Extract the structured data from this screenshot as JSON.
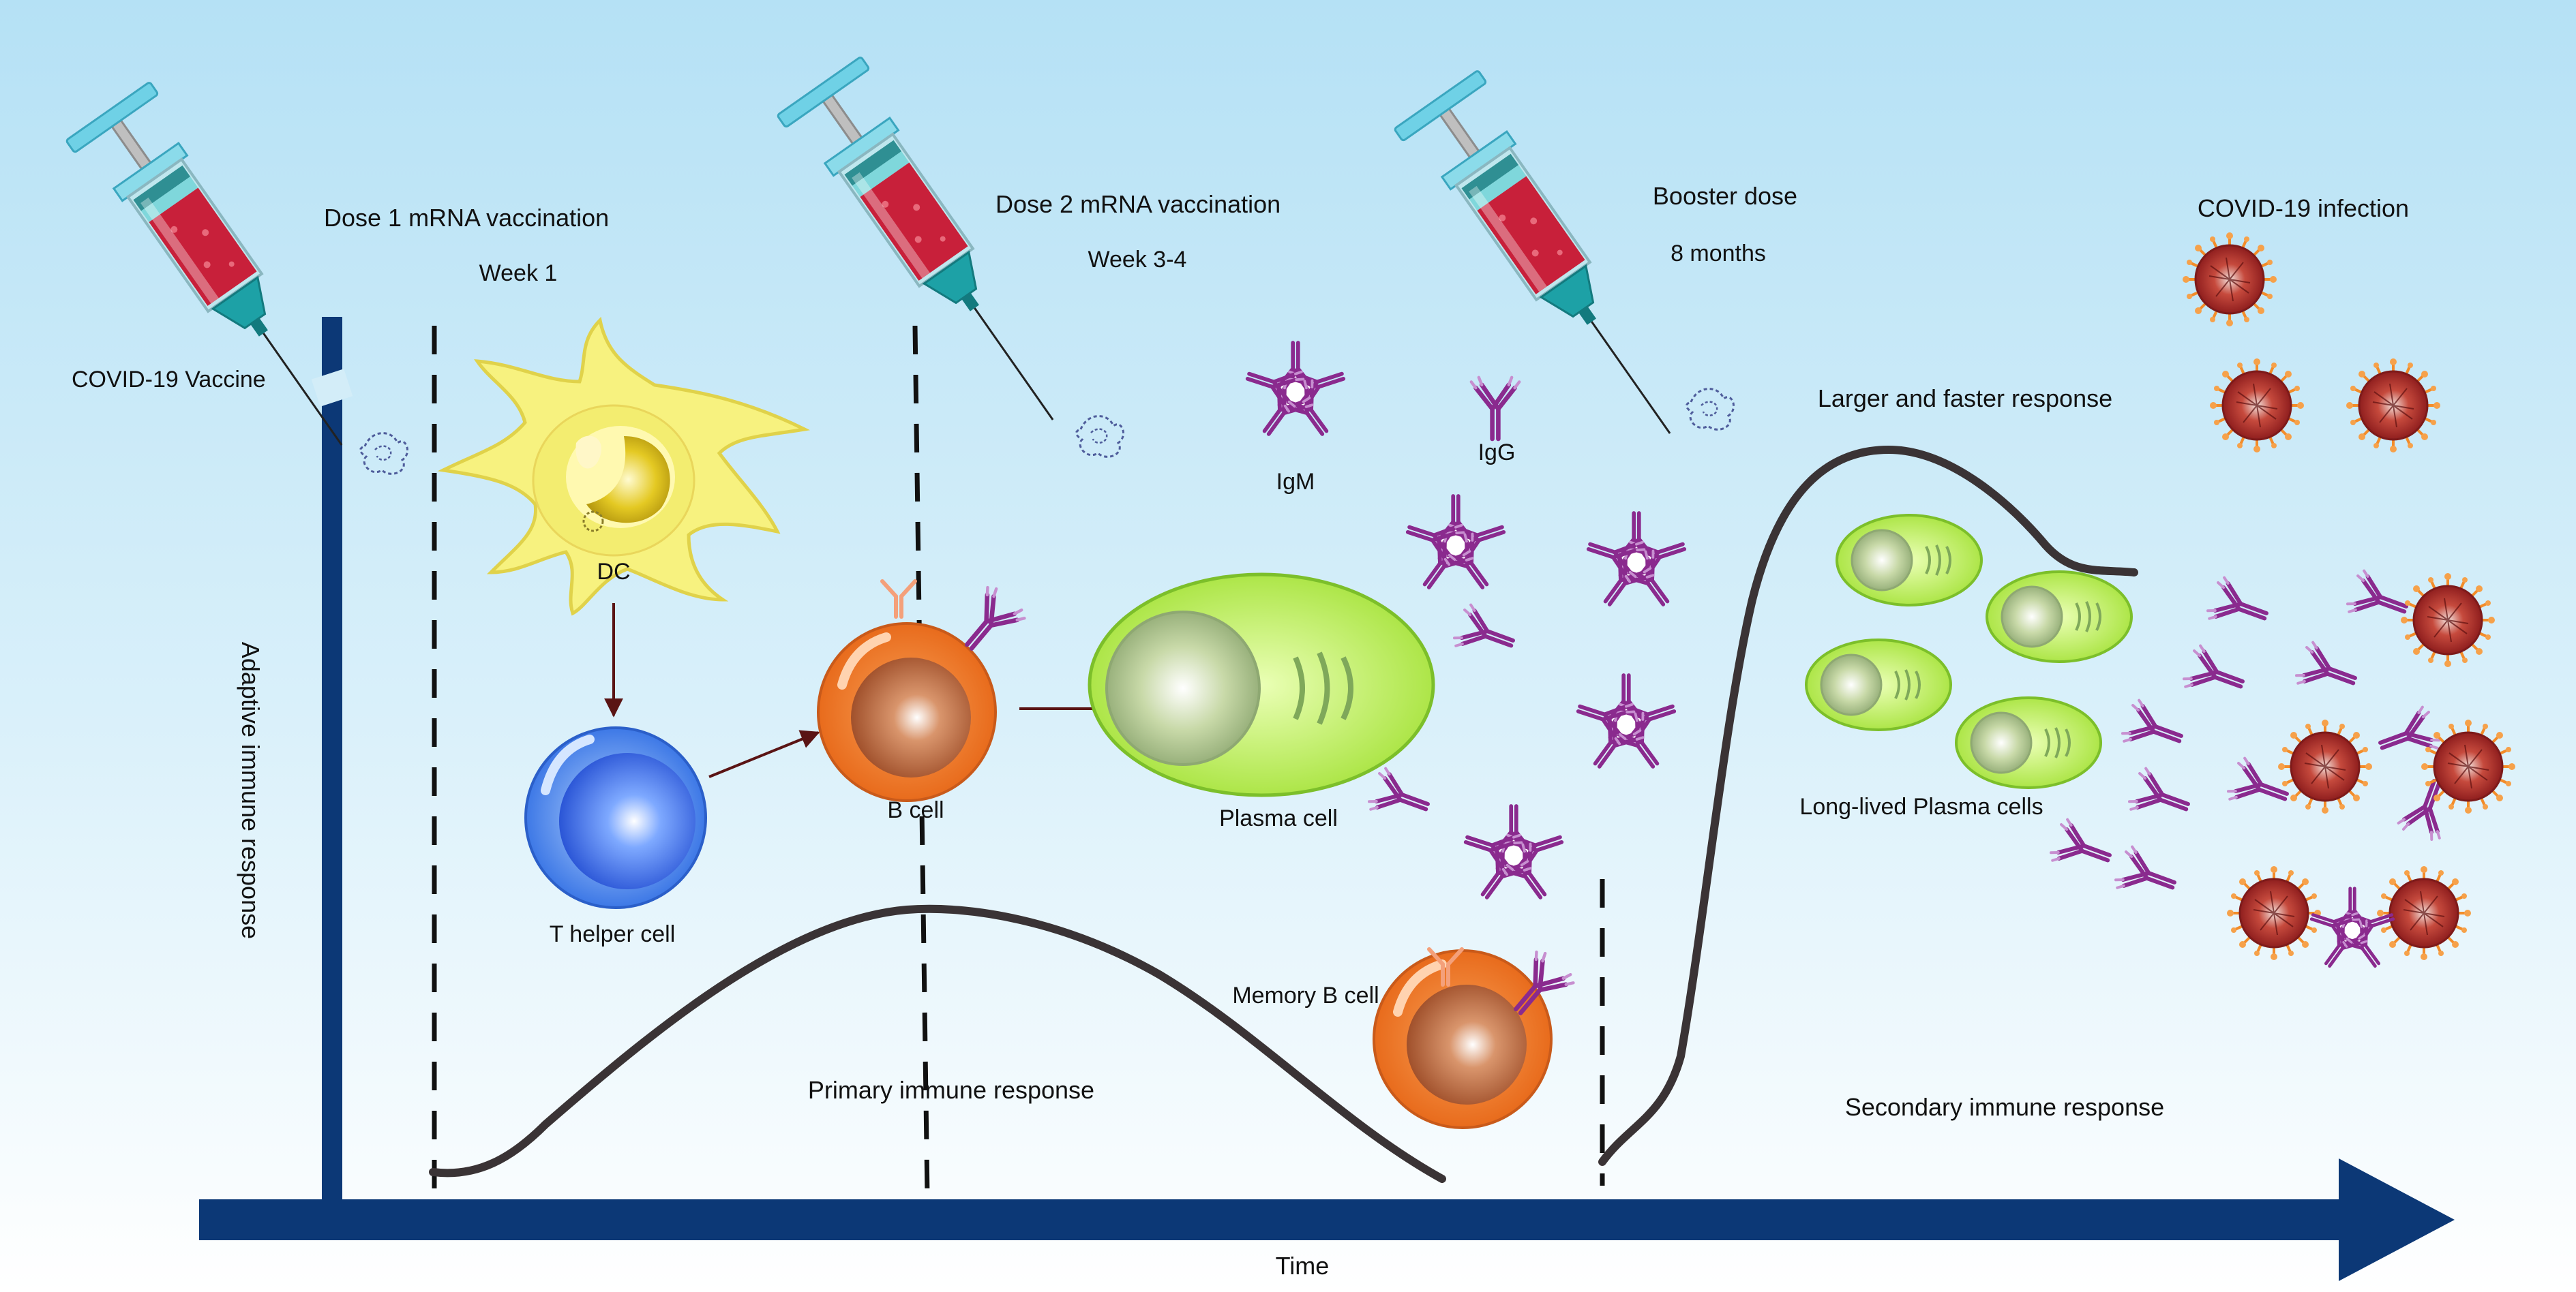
{
  "labels": {
    "vaccine": "COVID-19  Vaccine",
    "dose1": "Dose 1 mRNA vaccination",
    "week1": "Week 1",
    "dose2": "Dose 2 mRNA vaccination",
    "week34": "Week 3-4",
    "booster": "Booster dose",
    "months8": "8 months",
    "infection": "COVID-19 infection",
    "y_axis": "Adaptive immune response",
    "x_axis": "Time",
    "dc": "DC",
    "t_helper": "T helper cell",
    "b_cell": "B cell",
    "plasma": "Plasma cell",
    "igm": "IgM",
    "igg": "IgG",
    "memory_b": "Memory B cell",
    "primary": "Primary immune response",
    "secondary": "Secondary immune response",
    "larger_faster": "Larger and faster response",
    "long_lived": "Long-lived Plasma cells"
  },
  "colors": {
    "background_top": "#b7e2f6",
    "background_bottom": "#ffffff",
    "axis": "#0c3876",
    "curve": "#3a3335",
    "antibody": "#8a2a8e",
    "virus": "#b3262a",
    "virus_spike": "#f28c2a",
    "b_cell": "#f07c2b",
    "t_cell": "#3d78e6",
    "plasma_cell": "#b7ec4c",
    "dendritic_cell": "#f6ef7a",
    "syringe_liquid": "#c8203a",
    "syringe_tip": "#1da1a6"
  },
  "icons": [
    "syringe-icon",
    "mrna-particle-icon",
    "dendritic-cell-icon",
    "t-helper-cell-icon",
    "b-cell-icon",
    "plasma-cell-icon",
    "igm-antibody-icon",
    "igg-antibody-icon",
    "virus-icon"
  ]
}
